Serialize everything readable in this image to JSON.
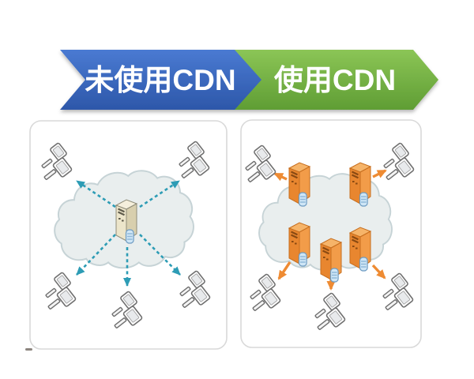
{
  "banner": {
    "without_cdn": {
      "label": "未使用CDN"
    },
    "with_cdn": {
      "label": "使用CDN"
    }
  },
  "colors": {
    "banner_blue_top": "#4a7ad2",
    "banner_blue_bottom": "#2d57a9",
    "banner_green_top": "#8bc556",
    "banner_green_bottom": "#5f9d34",
    "teal_arrow": "#2d9cb5",
    "orange_arrow": "#ee8b33",
    "cloud_fill": "#e9eeee",
    "cloud_stroke": "#c6d3d6",
    "panel_border": "#d9d9d9"
  },
  "left_panel": {
    "name": "without-cdn-diagram",
    "origin_server_count": 1,
    "client_count": 5,
    "arrow_style": "dashed",
    "arrow_direction": "origin-server-to-all-clients"
  },
  "right_panel": {
    "name": "with-cdn-diagram",
    "edge_server_count": 5,
    "client_count": 5,
    "arrow_style": "solid",
    "arrow_direction": "edge-server-to-nearest-client"
  }
}
